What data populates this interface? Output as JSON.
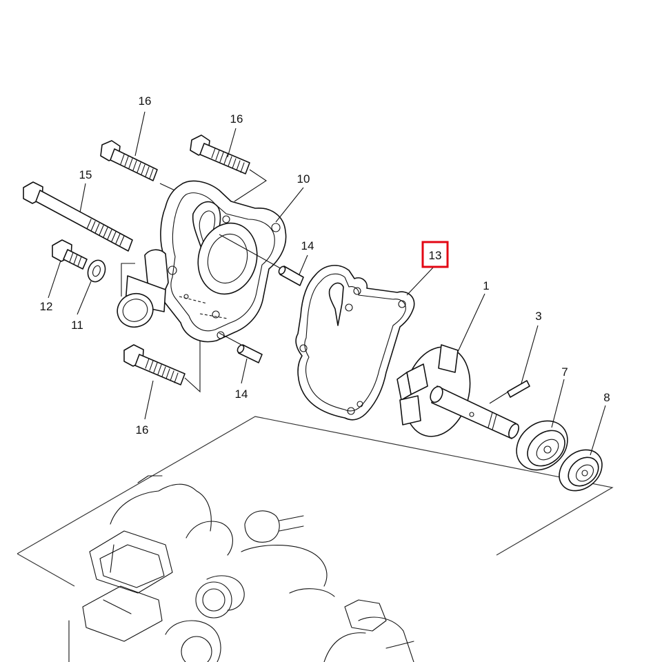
{
  "callouts": {
    "c16a": "16",
    "c16b": "16",
    "c16c": "16",
    "c15": "15",
    "c10": "10",
    "c14a": "14",
    "c14b": "14",
    "c13": "13",
    "c12": "12",
    "c11": "11",
    "c1": "1",
    "c3": "3",
    "c7": "7",
    "c8": "8"
  },
  "highlight": {
    "target": "13",
    "color": "#e30613"
  }
}
